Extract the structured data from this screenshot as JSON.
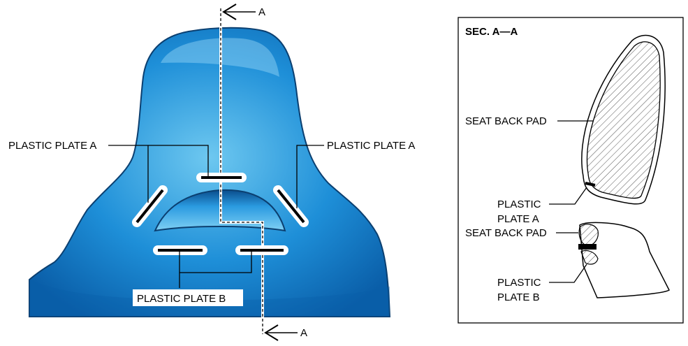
{
  "seat_view": {
    "section_mark": "A",
    "labels": {
      "plate_a_left": "PLASTIC PLATE A",
      "plate_a_right": "PLASTIC PLATE A",
      "plate_b": "PLASTIC PLATE B"
    }
  },
  "section_view": {
    "title": "SEC. A—A",
    "labels": {
      "seat_back_pad_upper": "SEAT BACK PAD",
      "plastic_a_line1": "PLASTIC",
      "plastic_a_line2": "PLATE A",
      "seat_back_pad_lower": "SEAT BACK PAD",
      "plastic_b_line1": "PLASTIC",
      "plastic_b_line2": "PLATE B"
    }
  },
  "colors": {
    "seat_light": "#6ec8f0",
    "seat_mid": "#1e8fd8",
    "seat_dark": "#0a5ea8",
    "seat_edge": "#0b3f70",
    "line": "#000000"
  }
}
